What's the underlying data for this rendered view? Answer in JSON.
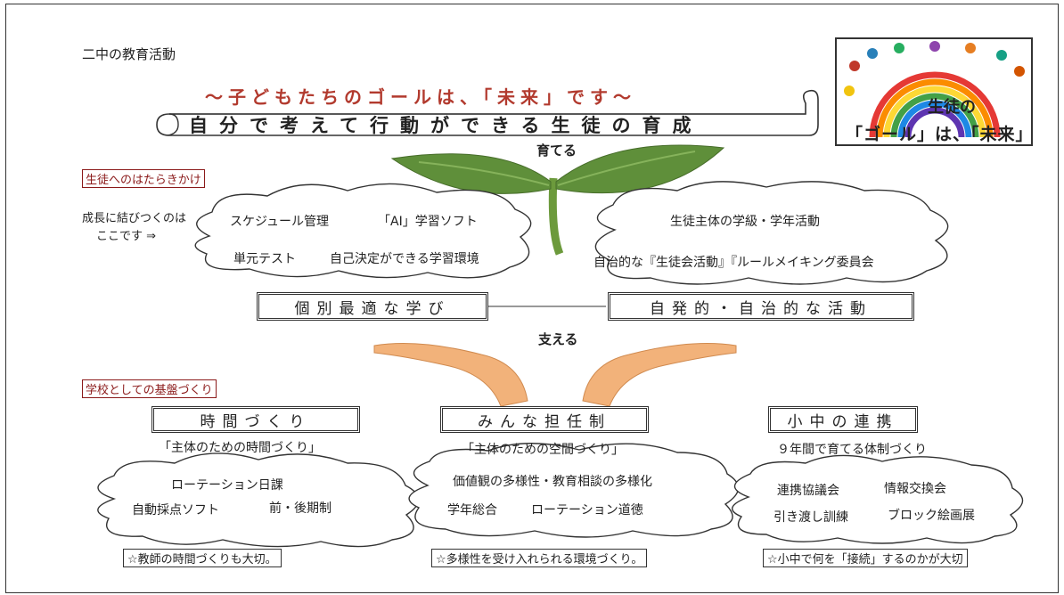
{
  "header": {
    "title": "二中の教育活動",
    "subtitle": "～子どもたちのゴールは、「未来」です～",
    "banner": "自分で考えて行動ができる生徒の育成"
  },
  "logo": {
    "line1": "生徒の",
    "line2": "「ゴール」は、「未来」"
  },
  "plant": {
    "label": "育てる"
  },
  "hands": {
    "label": "支える"
  },
  "section_student": {
    "label": "生徒へのはたらきかけ",
    "side_note_line1": "成長に結びつくのは",
    "side_note_line2": "ここです ⇒",
    "left_cloud": {
      "item1": "スケジュール管理",
      "item2": "「AI」学習ソフト",
      "item3": "単元テスト",
      "item4": "自己決定ができる学習環境"
    },
    "right_cloud": {
      "item1": "生徒主体の学級・学年活動",
      "item2": "自治的な『生徒会活動』『ルールメイキング委員会"
    },
    "box_left": "個別最適な学び",
    "box_right": "自発的・自治的な活動"
  },
  "section_school": {
    "label": "学校としての基盤づくり",
    "col1": {
      "box": "時間づくり",
      "caption": "「主体のための時間づくり」",
      "cloud_item1": "ローテーション日課",
      "cloud_item2": "自動採点ソフト",
      "cloud_item3": "前・後期制",
      "note": "☆教師の時間づくりも大切。"
    },
    "col2": {
      "box": "みんな担任制",
      "caption": "「主体のための空間づくり」",
      "cloud_item1": "価値観の多様性・教育相談の多様化",
      "cloud_item2": "学年総合",
      "cloud_item3": "ローテーション道徳",
      "note": "☆多様性を受け入れられる環境づくり。"
    },
    "col3": {
      "box": "小中の連携",
      "caption": "９年間で育てる体制づくり",
      "cloud_item1": "連携協議会",
      "cloud_item2": "情報交換会",
      "cloud_item3": "引き渡し訓練",
      "cloud_item4": "ブロック絵画展",
      "note": "☆小中で何を「接続」するのかが大切"
    }
  },
  "colors": {
    "accent_red": "#b23a2e",
    "label_red": "#8b1a1a",
    "leaf_green": "#5f8f3a",
    "hand_skin": "#f2b27a"
  }
}
